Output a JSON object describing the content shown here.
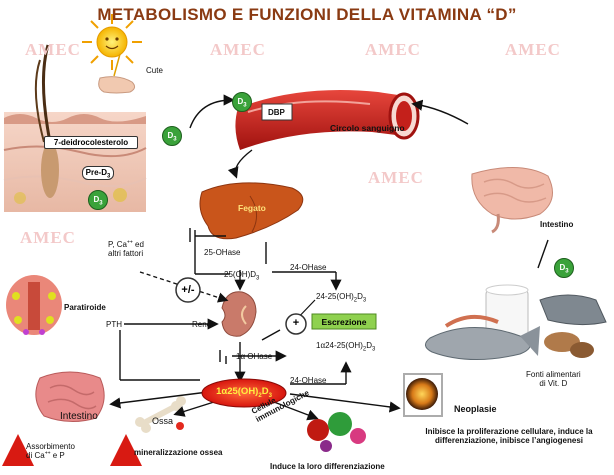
{
  "title": "METABOLISMO E FUNZIONI DELLA VITAMINA “D”",
  "watermark": "AMEC",
  "labels": {
    "cute": "Cute",
    "seven_dehydro": "7-deidrocolesterolo",
    "pre_d3": "Pre-D",
    "pre_d3_sub": "3",
    "d3": "D",
    "d3_sub": "3",
    "dbp": "DBP",
    "circolo": "Circolo sanguigno",
    "fegato": "Fegato",
    "oh25": "25-OHase",
    "p_ca_line1": "P, Ca",
    "p_ca_sup": "++",
    "p_ca_line1b": " ed",
    "p_ca_line2": "altri fattori",
    "oh25d3": "25(OH)D",
    "oh25d3_sub": "3",
    "oh24": "24-OHase",
    "oh24_25": "24-25(OH)",
    "oh24_25_sub1": "2",
    "oh24_25_d": "D",
    "oh24_25_sub2": "3",
    "plus_minus": "+/-",
    "plus": "+",
    "escrezione": "Escrezione",
    "paratiroide": "Paratiroide",
    "pth": "PTH",
    "rene": "Rene",
    "alpha_oh": "1α OHase",
    "a24_25": "1α24-25(OH)",
    "a24_25_sub1": "2",
    "a24_25_d": "D",
    "a24_25_sub2": "3",
    "oh24_b": "24-OHase",
    "calcitriol": "1α25(OH)",
    "calcitriol_sub1": "2",
    "calcitriol_d": "D",
    "calcitriol_sub2": "3",
    "intestino_left": "Intestino",
    "assorbimento_1": "Assorbimento",
    "assorbimento_2a": "di Ca",
    "assorbimento_sup": "++",
    "assorbimento_2b": " e P",
    "ossa": "Ossa",
    "mineralizzazione": "mineralizzazione ossea",
    "cellule": "Cellule",
    "immunologiche": "immunologiche",
    "induce": "Induce la loro differenziazione",
    "neoplasie": "Neoplasie",
    "neoplasie_desc1": "Inibisce la proliferazione cellulare, induce la",
    "neoplasie_desc2": "differenziazione, inibisce l’angiogenesi",
    "intestino_right": "Intestino",
    "fonti_1": "Fonti alimentari",
    "fonti_2": "di Vit. D"
  },
  "colors": {
    "title": "#8a3a12",
    "green_circle": "#3aa23a",
    "calcitriol": "#e32b1f",
    "escrezione": "#8fd14f",
    "liver": "#c9551b",
    "kidney": "#c97a6a",
    "artery": "#c4201b",
    "watermark": "#f3c9c9",
    "up_arrow": "#d81a12"
  }
}
